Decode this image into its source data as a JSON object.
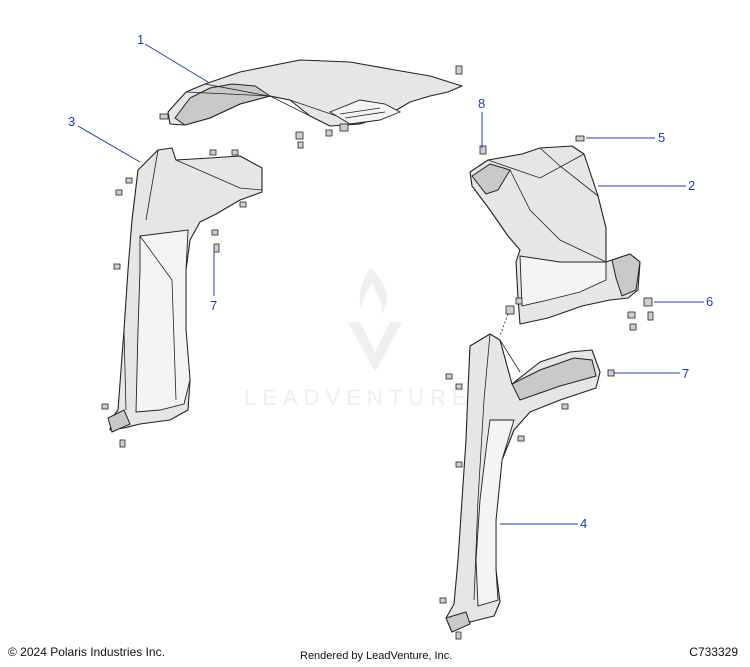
{
  "watermark": {
    "text": "LEADVENTURE"
  },
  "callouts": [
    {
      "id": "c1",
      "label": "1"
    },
    {
      "id": "c2",
      "label": "2"
    },
    {
      "id": "c3",
      "label": "3"
    },
    {
      "id": "c4",
      "label": "4"
    },
    {
      "id": "c5",
      "label": "5"
    },
    {
      "id": "c6",
      "label": "6"
    },
    {
      "id": "c7a",
      "label": "7"
    },
    {
      "id": "c7b",
      "label": "7"
    },
    {
      "id": "c8",
      "label": "8"
    }
  ],
  "footer": {
    "copyright": "© 2024 Polaris Industries Inc.",
    "rendered_by": "Rendered by LeadVenture, Inc.",
    "diagram_code": "C733329"
  },
  "colors": {
    "callout": "#1a3fb8",
    "line_art": "#222222"
  }
}
